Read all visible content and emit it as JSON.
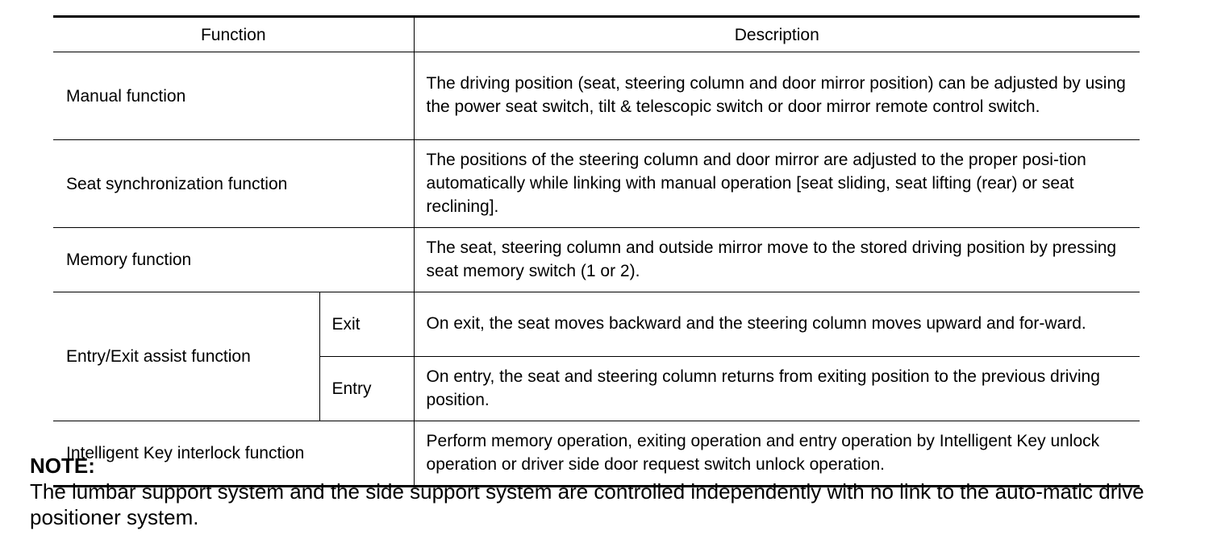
{
  "table": {
    "headers": {
      "function": "Function",
      "description": "Description"
    },
    "rows": [
      {
        "function": "Manual function",
        "description": "The driving position (seat, steering column and door mirror position) can be adjusted by using the power seat switch, tilt & telescopic switch or door mirror remote control switch."
      },
      {
        "function": "Seat synchronization function",
        "description": "The positions of the steering column and door mirror are adjusted to the proper posi-tion automatically while linking with manual operation [seat sliding, seat lifting (rear) or seat reclining]."
      },
      {
        "function": "Memory function",
        "description": "The seat, steering column and outside mirror move to the stored driving position by pressing seat memory switch (1 or 2)."
      },
      {
        "function": "Entry/Exit assist function",
        "sub": [
          {
            "label": "Exit",
            "description": "On exit, the seat moves backward and the steering column moves upward and for-ward."
          },
          {
            "label": "Entry",
            "description": "On entry, the seat and steering column returns from exiting position to the previous driving position."
          }
        ]
      },
      {
        "function": "Intelligent Key interlock function",
        "description": "Perform memory operation, exiting operation and entry operation by Intelligent Key unlock operation or driver side door request switch unlock operation."
      }
    ]
  },
  "note": {
    "heading": "NOTE:",
    "text": "The lumbar support system and the side support system are controlled independently with no link to the auto-matic drive positioner system."
  }
}
